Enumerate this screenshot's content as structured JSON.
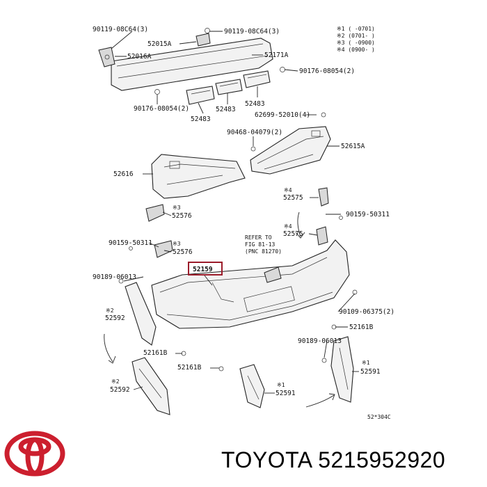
{
  "diagram": {
    "labels": [
      "90119-08C64(3)",
      "90119-08C64(3)",
      "52015A",
      "52016A",
      "52171A",
      "90176-08054(2)",
      "90176-08054(2)",
      "52483",
      "52483",
      "52483",
      "62699-52010(4)",
      "90468-04079(2)",
      "52615A",
      "52616",
      "52575",
      "90159-50311",
      "52576",
      "52575",
      "90159-50311",
      "52576",
      "90189-06013",
      "52159",
      "90109-06375(2)",
      "52592",
      "52161B",
      "52161B",
      "52161B",
      "90189-06013",
      "52591",
      "52592",
      "52591"
    ],
    "note_refer": [
      "REFER TO",
      "FIG 81-13",
      "(PNC 81270)"
    ],
    "legend": [
      "※1 (      -0701)",
      "※2 (0701-      )",
      "※3 (      -0900)",
      "※4 (0900-      )"
    ],
    "markers": [
      "※4",
      "※3",
      "※4",
      "※3",
      "※2",
      "※2",
      "※1",
      "※1"
    ],
    "figure_code": "52*304C",
    "highlight": {
      "label": "52159",
      "box_color": "#9b1b2a"
    }
  },
  "footer": {
    "brand": "TOYOTA",
    "part_number": "5215952920",
    "logo_color": "#cc1f2e"
  }
}
